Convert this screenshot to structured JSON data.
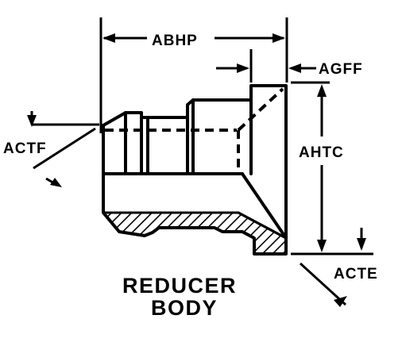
{
  "figure": {
    "labels": {
      "abhp": "ABHP",
      "agff": "AGFF",
      "actf": "ACTF",
      "ahtc": "AHTC",
      "acte": "ACTE"
    },
    "caption": {
      "line1": "REDUCER",
      "line2": "BODY"
    }
  }
}
